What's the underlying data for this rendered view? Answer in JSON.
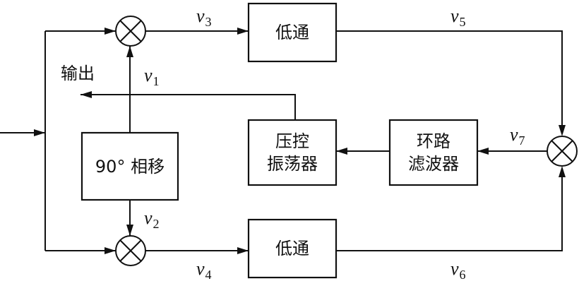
{
  "blocks": {
    "lowpass_top": "低通",
    "lowpass_bottom": "低通",
    "vco": [
      "压控",
      "振荡器"
    ],
    "loop_filter": [
      "环路",
      "滤波器"
    ],
    "phase_shift": "90° 相移"
  },
  "labels": {
    "output": "输出"
  },
  "signals": {
    "v1": {
      "symbol": "v",
      "sub": "1"
    },
    "v2": {
      "symbol": "v",
      "sub": "2"
    },
    "v3": {
      "symbol": "v",
      "sub": "3"
    },
    "v4": {
      "symbol": "v",
      "sub": "4"
    },
    "v5": {
      "symbol": "v",
      "sub": "5"
    },
    "v6": {
      "symbol": "v",
      "sub": "6"
    },
    "v7": {
      "symbol": "v",
      "sub": "7"
    }
  }
}
